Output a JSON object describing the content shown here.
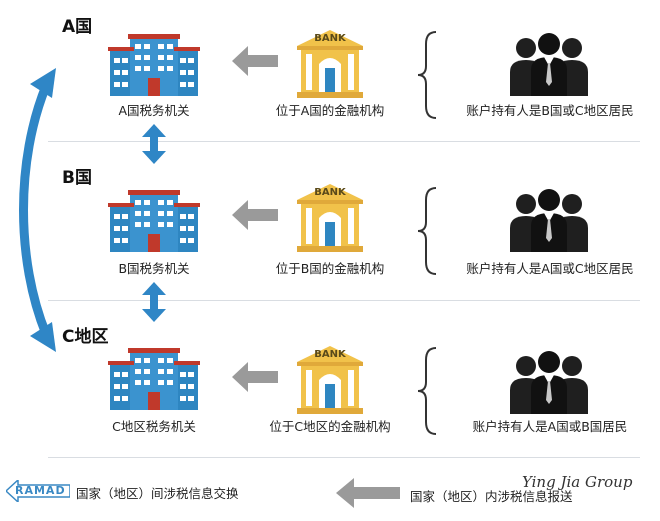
{
  "rows": [
    {
      "title": "A国",
      "tax_label": "A国税务机关",
      "bank_text": "BANK",
      "bank_label": "位于A国的金融机构",
      "holder_label": "账户持有人是B国或C地区居民"
    },
    {
      "title": "B国",
      "tax_label": "B国税务机关",
      "bank_text": "BANK",
      "bank_label": "位于B国的金融机构",
      "holder_label": "账户持有人是A国或C地区居民"
    },
    {
      "title": "C地区",
      "tax_label": "C地区税务机关",
      "bank_text": "BANK",
      "bank_label": "位于C地区的金融机构",
      "holder_label": "账户持有人是A国或B国居民"
    }
  ],
  "legend": {
    "exchange_label": "国家（地区）间涉税信息交换",
    "report_label": "国家（地区）内涉税信息报送",
    "logo_text": "RAMAD"
  },
  "watermark": "Ying Jia Group",
  "colors": {
    "arrow_blue": "#2f86c6",
    "arrow_gray": "#9a9a9a",
    "building_blue": "#2e86c1",
    "bank_gold": "#f1c24a",
    "divider": "#d9dde2"
  }
}
